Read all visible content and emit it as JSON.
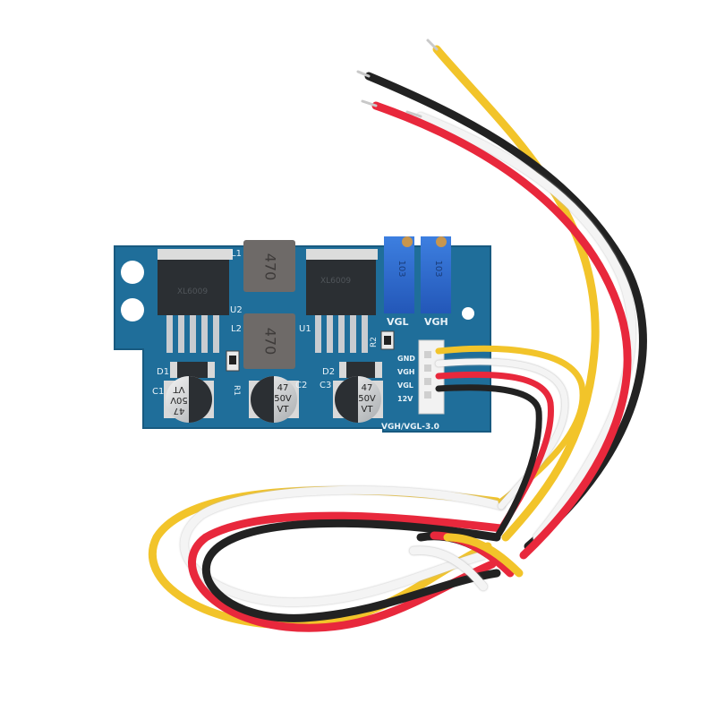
{
  "image": {
    "subject": "VGH/VGL boost converter PCB module with 4-wire cable",
    "background": "#ffffff"
  },
  "board": {
    "model_label": "VGH/VGL-3.0",
    "pcb_color": "#1f6e9a",
    "silkscreen": {
      "u1": "U1",
      "u2": "U2",
      "l1": "L1",
      "l2": "L2",
      "d1": "D1",
      "d2": "D2",
      "c1": "C1",
      "c2": "C2",
      "c3": "C3",
      "r1": "R1",
      "r2": "R2"
    },
    "inductors": [
      {
        "marking": "470"
      },
      {
        "marking": "470"
      }
    ],
    "regulators": [
      {
        "ref": "U2",
        "marking": "XL6009"
      },
      {
        "ref": "U1",
        "marking": "XL6009"
      }
    ],
    "capacitors": [
      {
        "ref": "C1",
        "value": "47",
        "voltage": "50V",
        "series": "VT"
      },
      {
        "ref": "C2",
        "value": "47",
        "voltage": "50V",
        "series": "VT"
      },
      {
        "ref": "C3",
        "value": "47",
        "voltage": "50V",
        "series": "VT"
      }
    ],
    "potentiometers": [
      {
        "label": "VGL",
        "marking": "103"
      },
      {
        "label": "VGH",
        "marking": "103"
      }
    ],
    "connector_pins": [
      "GND",
      "VGH",
      "VGL",
      "12V"
    ]
  },
  "wires": [
    {
      "name": "yellow",
      "color": "#f2c42a"
    },
    {
      "name": "white",
      "color": "#f4f4f4"
    },
    {
      "name": "red",
      "color": "#e8283c"
    },
    {
      "name": "black",
      "color": "#222222"
    }
  ]
}
